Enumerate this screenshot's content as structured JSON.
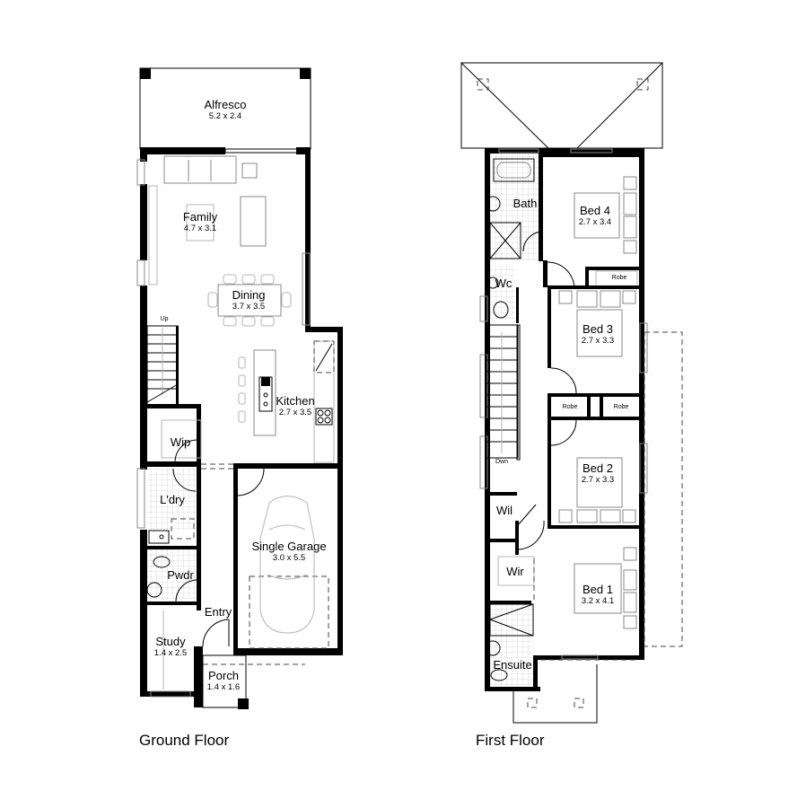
{
  "plans": {
    "ground_floor": {
      "title": "Ground Floor",
      "rooms": {
        "alfresco": {
          "name": "Alfresco",
          "dim": "5.2 x 2.4"
        },
        "family": {
          "name": "Family",
          "dim": "4.7 x 3.1"
        },
        "dining": {
          "name": "Dining",
          "dim": "3.7 x 3.5"
        },
        "kitchen": {
          "name": "Kitchen",
          "dim": "2.7 x 3.5"
        },
        "wip": {
          "name": "Wip"
        },
        "laundry": {
          "name": "L'dry"
        },
        "powder": {
          "name": "Pwdr"
        },
        "entry": {
          "name": "Entry"
        },
        "study": {
          "name": "Study",
          "dim": "1.4 x 2.5"
        },
        "porch": {
          "name": "Porch",
          "dim": "1.4 x 1.6"
        },
        "garage": {
          "name": "Single Garage",
          "dim": "3.0 x 5.5"
        }
      },
      "stairs_label": "Up"
    },
    "first_floor": {
      "title": "First Floor",
      "rooms": {
        "bath": {
          "name": "Bath"
        },
        "wc": {
          "name": "Wc"
        },
        "bed4": {
          "name": "Bed 4",
          "dim": "2.7 x 3.4"
        },
        "robe_bed4": {
          "name": "Robe"
        },
        "bed3": {
          "name": "Bed 3",
          "dim": "2.7 x 3.3"
        },
        "robe_bed3": {
          "name": "Robe"
        },
        "robe_bed2": {
          "name": "Robe"
        },
        "bed2": {
          "name": "Bed 2",
          "dim": "2.7 x 3.3"
        },
        "wil": {
          "name": "Wil"
        },
        "wir": {
          "name": "Wir"
        },
        "bed1": {
          "name": "Bed 1",
          "dim": "3.2 x 4.1"
        },
        "ensuite": {
          "name": "Ensuite"
        }
      },
      "stairs_label": "Dwn"
    }
  },
  "colors": {
    "wall": "#000000",
    "furniture": "#8a8a8a",
    "background": "#ffffff"
  }
}
